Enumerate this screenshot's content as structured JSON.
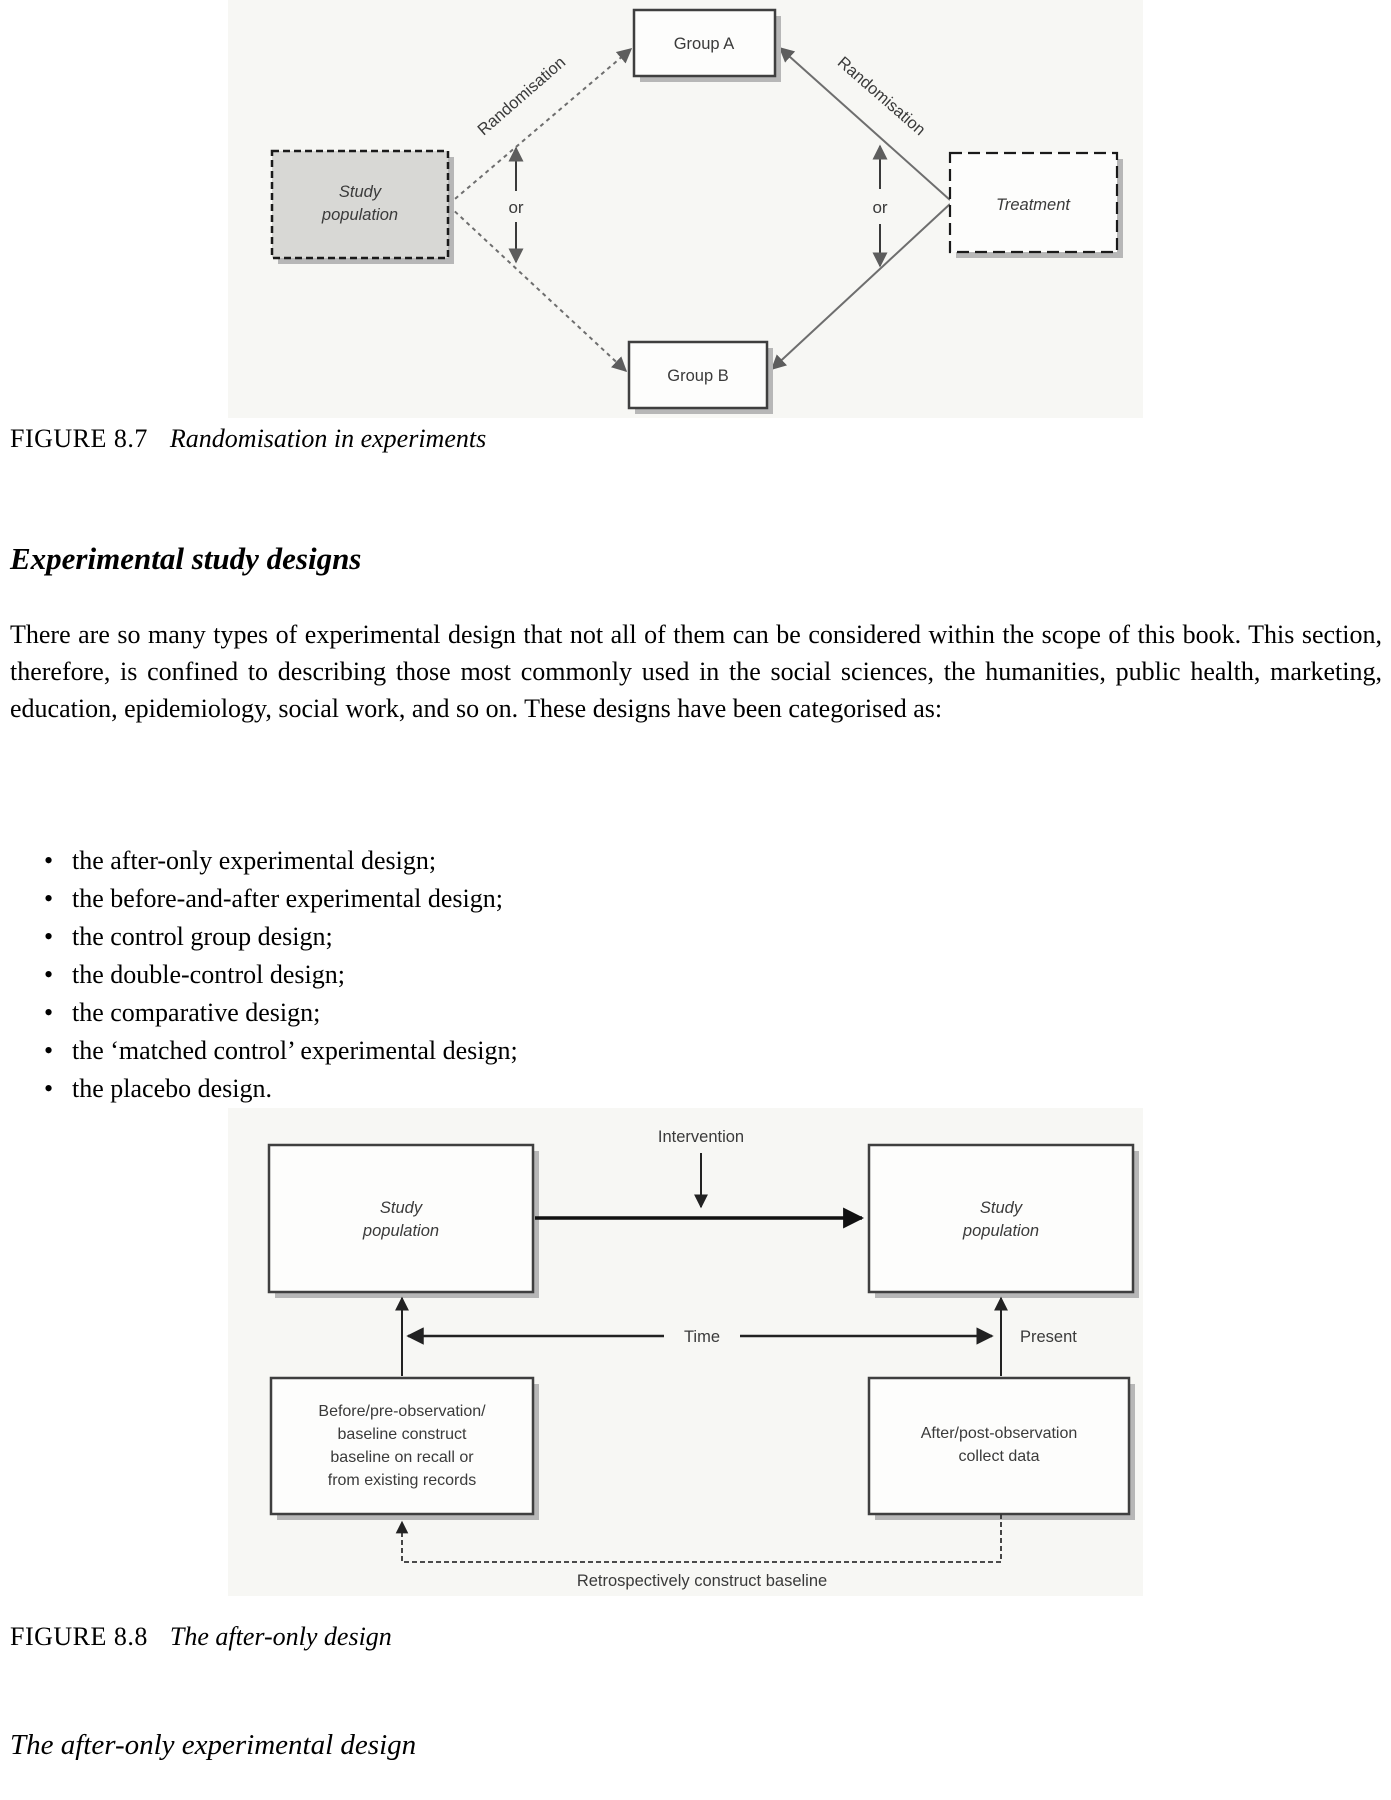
{
  "figure1": {
    "caption_prefix": "FIGURE 8.7",
    "caption_title": "Randomisation in experiments",
    "boxes": {
      "study_population": [
        "Study",
        "population"
      ],
      "group_a": "Group A",
      "group_b": "Group B",
      "treatment": "Treatment"
    },
    "labels": {
      "randomisation_left": "Randomisation",
      "randomisation_right": "Randomisation",
      "or_left": "or",
      "or_right": "or"
    }
  },
  "section": {
    "heading": "Experimental study designs",
    "paragraph": "There are so many types of experimental design that not all of them can be considered within the scope of this book. This section, therefore, is confined to describing those most commonly used in the social sciences, the humanities, public health, marketing, education, epidemiology, social work, and so on. These designs have been categorised as:",
    "bullets": [
      "the after-only experimental design;",
      "the before-and-after experimental design;",
      "the control group design;",
      "the double-control design;",
      "the comparative design;",
      "the ‘matched control’ experimental design;",
      "the placebo design."
    ]
  },
  "figure2": {
    "caption_prefix": "FIGURE 8.8",
    "caption_title": "The after-only design",
    "boxes": {
      "study_population_left": [
        "Study",
        "population"
      ],
      "study_population_right": [
        "Study",
        "population"
      ],
      "before": [
        "Before/pre-observation/",
        "baseline construct",
        "baseline on recall or",
        "from existing records"
      ],
      "after": [
        "After/post-observation",
        "collect data"
      ]
    },
    "labels": {
      "intervention": "Intervention",
      "time": "Time",
      "present": "Present",
      "retrospective": "Retrospectively construct baseline"
    }
  },
  "subheading": "The after-only experimental design",
  "colors": {
    "figure_background": "#f7f7f4",
    "box_fill_gray": "#d8d8d5",
    "box_shadow": "#b7b7b7",
    "line_gray": "#6e6e6e",
    "line_dark": "#222222"
  }
}
